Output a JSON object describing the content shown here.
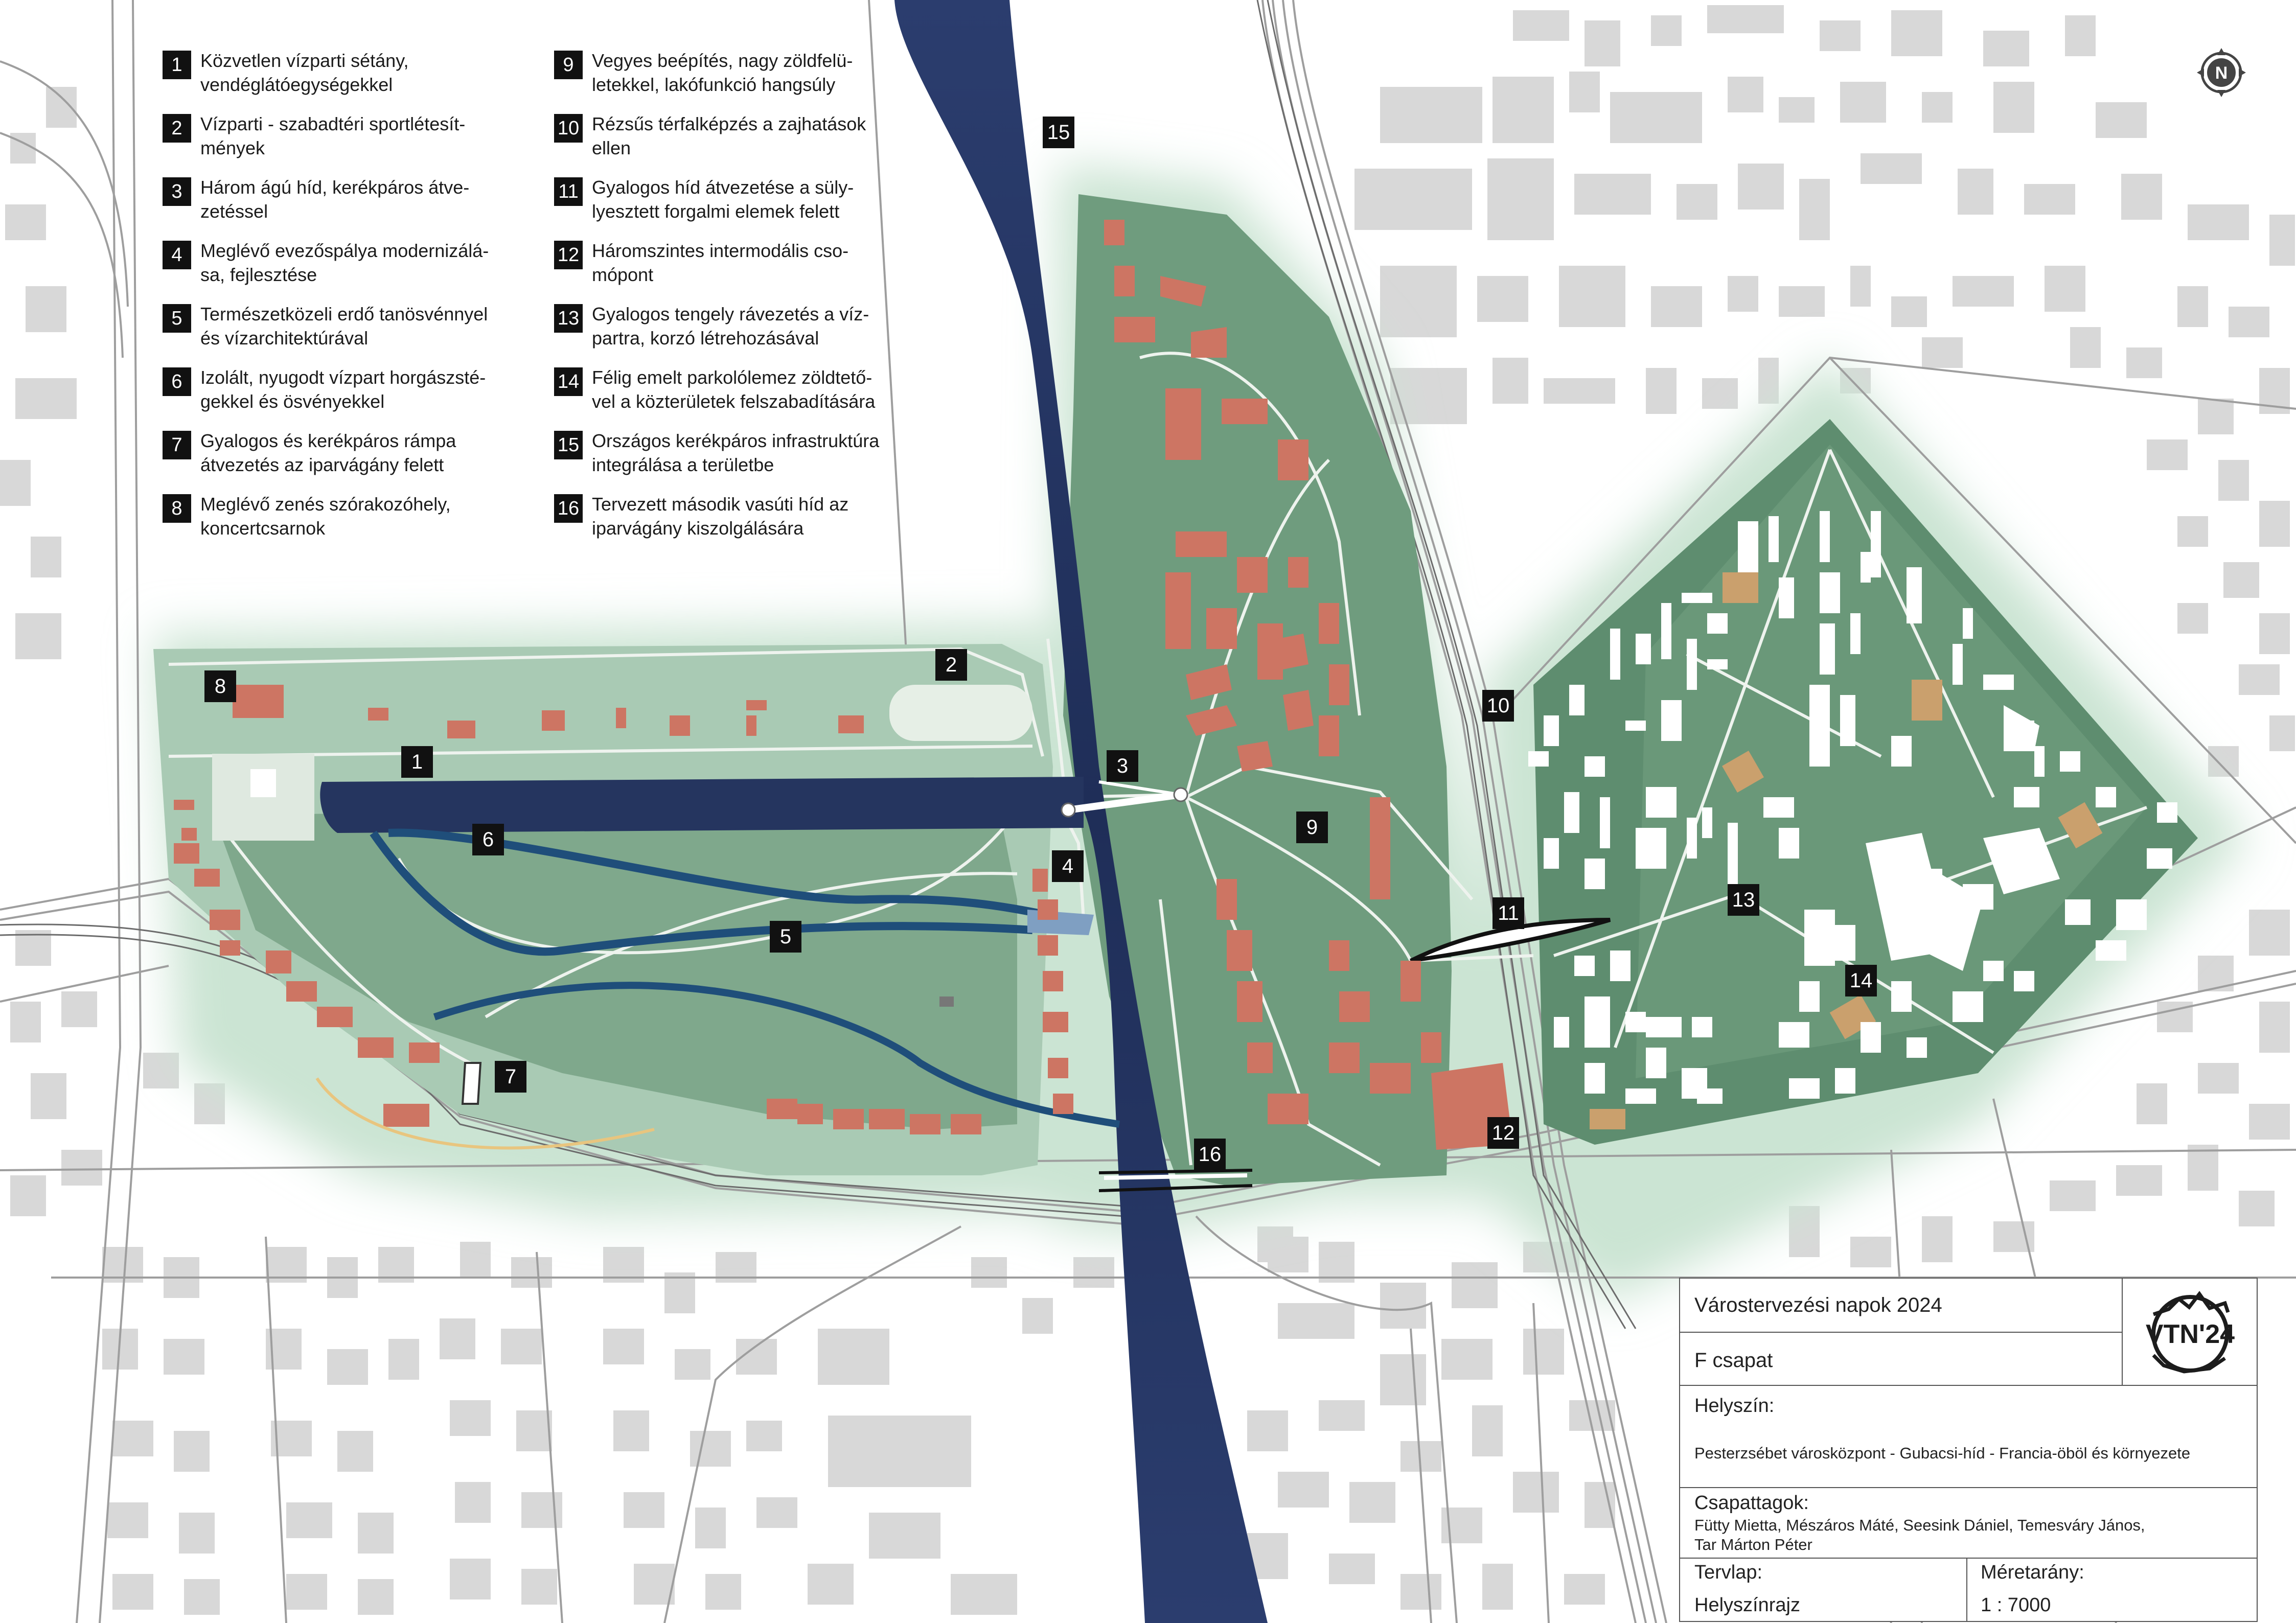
{
  "legend": [
    {
      "num": "1",
      "text": "Közvetlen vízparti sétány,\nvendéglátóegységekkel"
    },
    {
      "num": "2",
      "text": "Vízparti - szabadtéri sportlétesít-\nmények"
    },
    {
      "num": "3",
      "text": "Három ágú híd, kerékpáros átve-\nzetéssel"
    },
    {
      "num": "4",
      "text": "Meglévő evezőspálya modernizálá-\nsa, fejlesztése"
    },
    {
      "num": "5",
      "text": "Természetközeli erdő tanösvénnyel\nés vízarchitektúrával"
    },
    {
      "num": "6",
      "text": "Izolált, nyugodt vízpart horgászsté-\ngekkel és ösvényekkel"
    },
    {
      "num": "7",
      "text": "Gyalogos és kerékpáros rámpa\nátvezetés az iparvágány felett"
    },
    {
      "num": "8",
      "text": "Meglévő zenés szórakozóhely,\nkoncertcsarnok"
    },
    {
      "num": "9",
      "text": "Vegyes beépítés, nagy zöldfelü-\nletekkel, lakófunkció hangsúly"
    },
    {
      "num": "10",
      "text": "Rézsűs térfalképzés a zajhatások\nellen"
    },
    {
      "num": "11",
      "text": "Gyalogos híd átvezetése a süly-\nlyesztett forgalmi elemek felett"
    },
    {
      "num": "12",
      "text": "Háromszintes intermodális cso-\nmópont"
    },
    {
      "num": "13",
      "text": "Gyalogos tengely rávezetés a víz-\npartra, korzó létrehozásával"
    },
    {
      "num": "14",
      "text": "Félig emelt parkolólemez zöldtető-\nvel a közterületek felszabadítására"
    },
    {
      "num": "15",
      "text": "Országos kerékpáros infrastruktúra\nintegrálása a területbe"
    },
    {
      "num": "16",
      "text": "Tervezett második vasúti híd az\niparvágány kiszolgálására"
    }
  ],
  "map_labels": [
    "1",
    "2",
    "3",
    "4",
    "5",
    "6",
    "7",
    "8",
    "9",
    "10",
    "11",
    "12",
    "13",
    "14",
    "15",
    "16"
  ],
  "compass": {
    "letter": "N",
    "icon": "north-arrow-icon"
  },
  "titleblock": {
    "event": "Várostervezési napok 2024",
    "team": "F csapat",
    "location_label": "Helyszín:",
    "location_value": "Pesterzsébet városközpont - Gubacsi-híd - Francia-öböl és környezete",
    "members_label": "Csapattagok:",
    "members_value": "Fütty Mietta, Mészáros Máté, Seesink Dániel, Temesváry János,\nTar Márton Péter",
    "plan_label": "Tervlap:",
    "plan_value": "Helyszínrajz",
    "scale_label": "Méretarány:",
    "scale_value": "1 : 7000",
    "logo_text": "VTN'24"
  },
  "colors": {
    "water": "#22325e",
    "green": "#5f8e70",
    "green_light": "#9dc1a9",
    "halo": "#cfe6d6",
    "building_grey": "#d6d6d6",
    "building_red": "#cd7563",
    "building_tan": "#caa06d",
    "road": "#9c9c9c"
  }
}
